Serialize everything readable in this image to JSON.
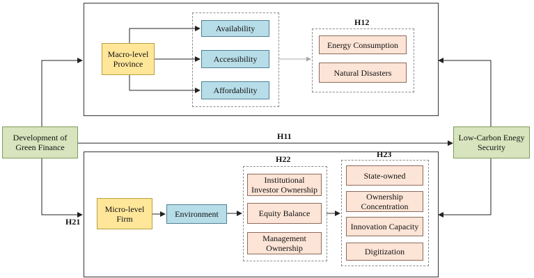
{
  "outer": {
    "source": "Development of\nGreen Finance",
    "target": "Low-Carbon Enegy\nSecurity"
  },
  "hypotheses": {
    "h11": "H11",
    "h12": "H12",
    "h21": "H21",
    "h22": "H22",
    "h23": "H23"
  },
  "macro": {
    "level": "Macro-level\nProvince",
    "mediators": [
      "Availability",
      "Accessibility",
      "Affordability"
    ],
    "moderators": [
      "Energy Consumption",
      "Natural Disasters"
    ]
  },
  "micro": {
    "level": "Micro-level\nFirm",
    "mediator": "Environment",
    "moderators_h22": [
      "Institutional\nInvestor Ownership",
      "Equity Balance",
      "Management\nOwnership"
    ],
    "moderators_h23": [
      "State-owned",
      "Ownership\nConcentration",
      "Innovation Capacity",
      "Digitization"
    ]
  },
  "colors": {
    "green": "#d7e4bd",
    "yellow": "#ffe699",
    "blue": "#b7dde8",
    "peach": "#fce4d6"
  }
}
